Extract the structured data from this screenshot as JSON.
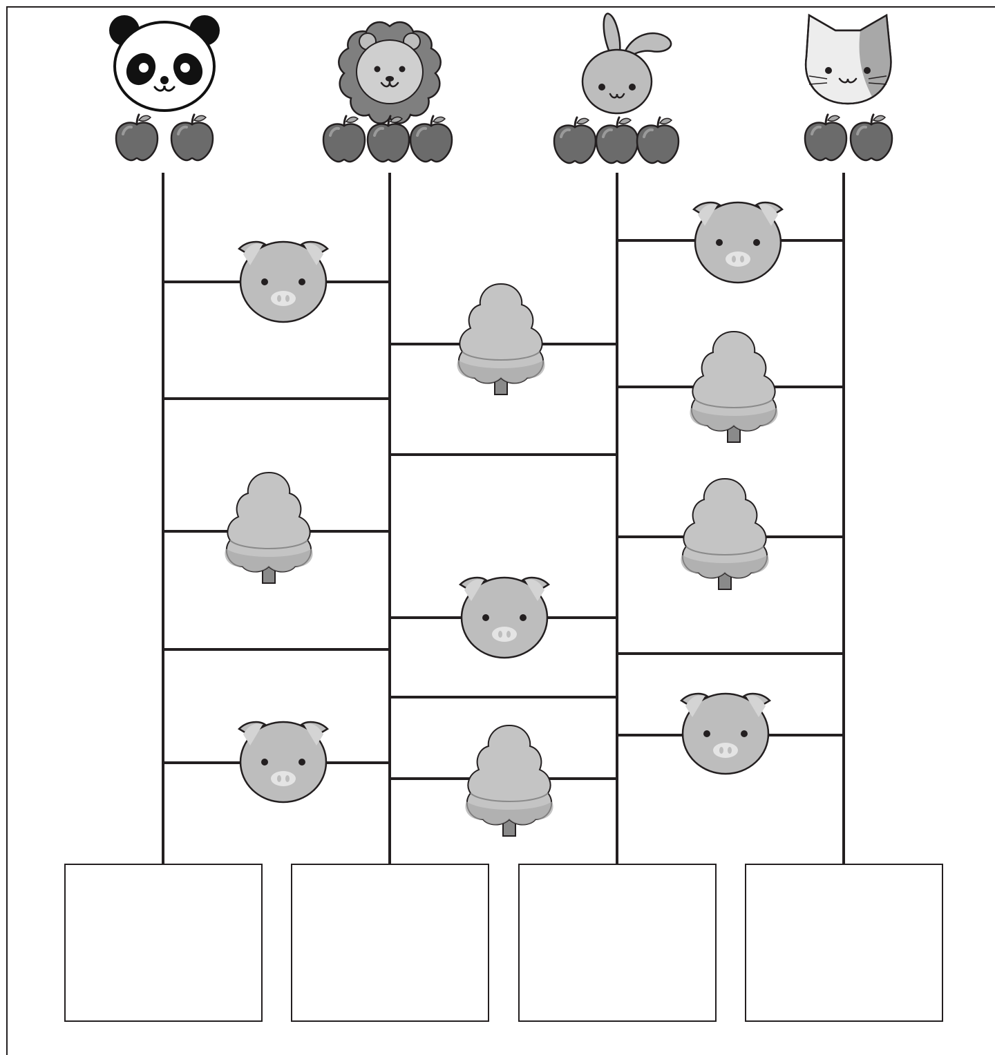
{
  "worksheet": {
    "type": "amidakuji ladder puzzle",
    "columns": [
      {
        "animal": "panda-icon",
        "apples": 2
      },
      {
        "animal": "lion-icon",
        "apples": 3
      },
      {
        "animal": "rabbit-icon",
        "apples": 3
      },
      {
        "animal": "cat-icon",
        "apples": 2
      }
    ],
    "rungs": [
      {
        "between": [
          1,
          2
        ],
        "item": "pig-icon"
      },
      {
        "between": [
          1,
          2
        ],
        "item": ""
      },
      {
        "between": [
          1,
          2
        ],
        "item": "tree-icon"
      },
      {
        "between": [
          1,
          2
        ],
        "item": ""
      },
      {
        "between": [
          1,
          2
        ],
        "item": "pig-icon"
      },
      {
        "between": [
          2,
          3
        ],
        "item": "tree-icon"
      },
      {
        "between": [
          2,
          3
        ],
        "item": ""
      },
      {
        "between": [
          2,
          3
        ],
        "item": "pig-icon"
      },
      {
        "between": [
          2,
          3
        ],
        "item": ""
      },
      {
        "between": [
          2,
          3
        ],
        "item": "tree-icon"
      },
      {
        "between": [
          3,
          4
        ],
        "item": "pig-icon"
      },
      {
        "between": [
          3,
          4
        ],
        "item": "tree-icon"
      },
      {
        "between": [
          3,
          4
        ],
        "item": "tree-icon"
      },
      {
        "between": [
          3,
          4
        ],
        "item": ""
      },
      {
        "between": [
          3,
          4
        ],
        "item": "pig-icon"
      }
    ],
    "answer_boxes": [
      "",
      "",
      "",
      ""
    ],
    "colors": {
      "line": "#231f20",
      "apple": "#6b6b6b",
      "pig": "#bdbdbd",
      "tree": "#c4c4c4",
      "trunk": "#8a8a8a"
    }
  }
}
